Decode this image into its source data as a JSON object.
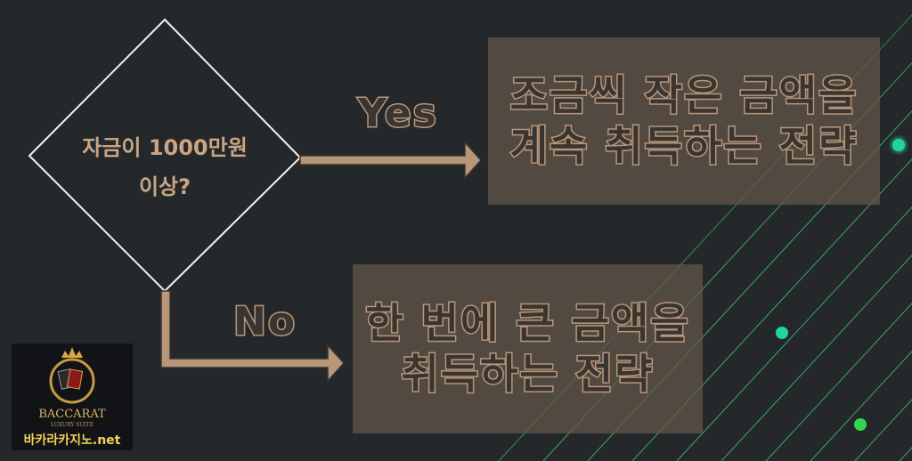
{
  "decision": {
    "line1": "자금이 1000만원",
    "line2": "이상?"
  },
  "yes_label": "Yes",
  "no_label": "No",
  "yes_box": {
    "line1": "조금씩 작은 금액을",
    "line2": "계속 취득하는 전략"
  },
  "no_box": {
    "line1": "한 번에 큰 금액을",
    "line2": "취득하는 전략"
  },
  "logo": {
    "brand": "BACCARAT",
    "tagline": "LUXURY SUITE",
    "site": "바카라카지노.net"
  },
  "colors": {
    "background": "#24282a",
    "accent": "#b8967a",
    "box": "#5a5044",
    "line": "#3fa866"
  }
}
